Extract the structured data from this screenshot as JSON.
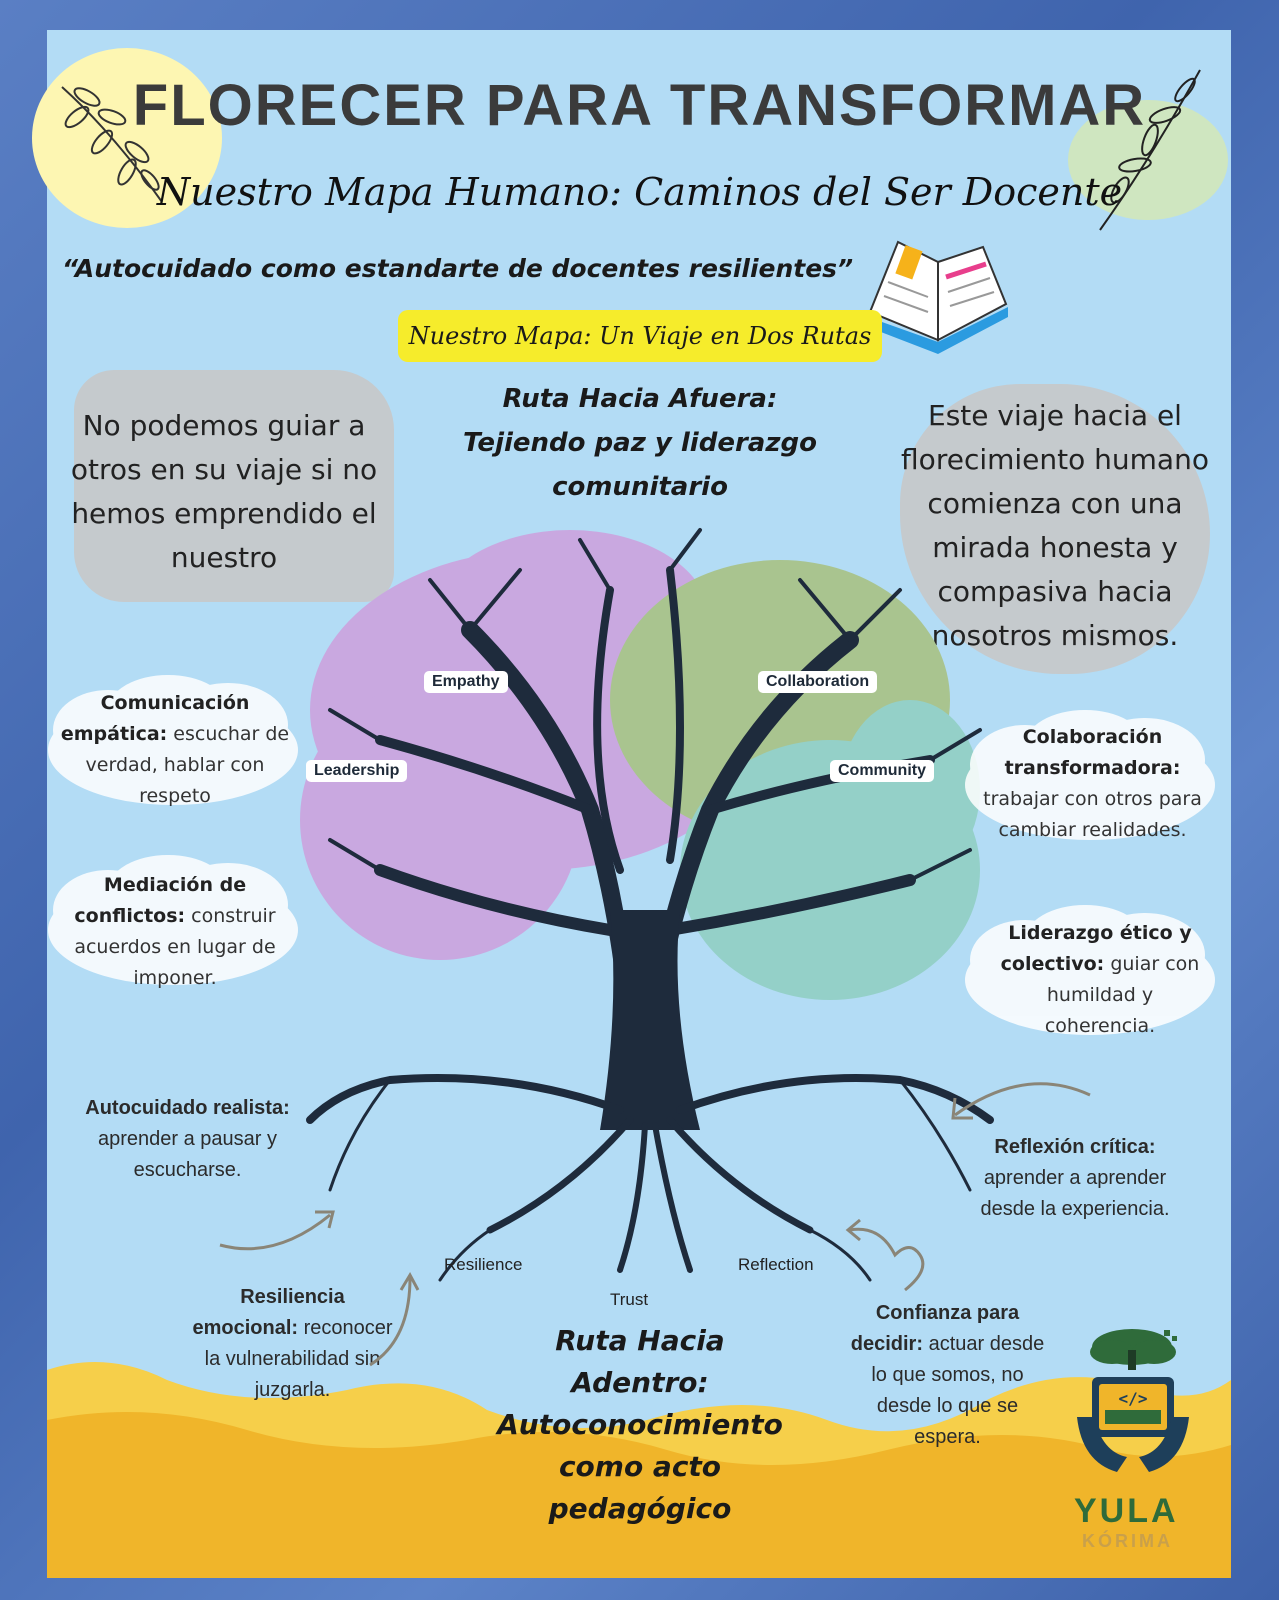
{
  "title": "FLORECER PARA TRANSFORMAR",
  "subtitle": "Nuestro Mapa Humano: Caminos del Ser Docente",
  "quote": "“Autocuidado como estandarte de docentes resilientes”",
  "banner": "Nuestro Mapa: Un Viaje en Dos Rutas",
  "left_box": "No podemos guiar a otros en su viaje si no hemos emprendido el nuestro",
  "right_box": "Este viaje hacia el florecimiento humano comienza con una mirada honesta y compasiva hacia nosotros mismos.",
  "route_out": {
    "line1": "Ruta Hacia Afuera:",
    "line2": "Tejiendo paz y liderazgo",
    "line3": "comunitario"
  },
  "route_in": {
    "line1": "Ruta Hacia",
    "line2": "Adentro:",
    "line3": "Autoconocimiento",
    "line4": "como acto",
    "line5": "pedagógico"
  },
  "tree_labels": {
    "empathy": "Empathy",
    "collaboration": "Collaboration",
    "leadership": "Leadership",
    "community": "Community",
    "resilience": "Resilience",
    "trust": "Trust",
    "reflection": "Reflection"
  },
  "clouds": {
    "comunicacion": {
      "bold": "Comunicación empática:",
      "text": " escuchar de verdad, hablar con respeto"
    },
    "mediacion": {
      "bold": "Mediación de conflictos:",
      "text": " construir acuerdos en lugar de imponer."
    },
    "colaboracion": {
      "bold": "Colaboración transformadora:",
      "text": " trabajar con otros para cambiar realidades."
    },
    "liderazgo": {
      "bold": "Liderazgo ético y colectivo:",
      "text": " guiar con humildad y coherencia."
    }
  },
  "notes": {
    "autocuidado": {
      "bold": "Autocuidado realista:",
      "text": " aprender a pausar y escucharse."
    },
    "resiliencia": {
      "bold": "Resiliencia emocional:",
      "text": " reconocer la vulnerabilidad sin juzgarla."
    },
    "reflexion": {
      "bold": "Reflexión crítica:",
      "text": " aprender a aprender desde la experiencia."
    },
    "confianza": {
      "bold": "Confianza para decidir:",
      "text": " actuar desde lo que somos, no desde lo que se espera."
    }
  },
  "logo": {
    "name": "YULA",
    "sub": "KÓRIMA",
    "code_glyph": "</>"
  },
  "colors": {
    "sky": "#b3dcf5",
    "frame": "#4a72b8",
    "banner_yellow": "#f6ec2b",
    "grey_box": "#c5cacd",
    "canopy_purple": "#c9a8e0",
    "canopy_green": "#a9c48f",
    "canopy_teal": "#94d0c8",
    "trunk": "#1e2b3c",
    "ground": "#f0b52a",
    "logo_green": "#2f6b3a"
  },
  "icons": [
    "leaf-branch-icon",
    "open-book-icon",
    "arrow-icon",
    "tree-logo-icon"
  ]
}
